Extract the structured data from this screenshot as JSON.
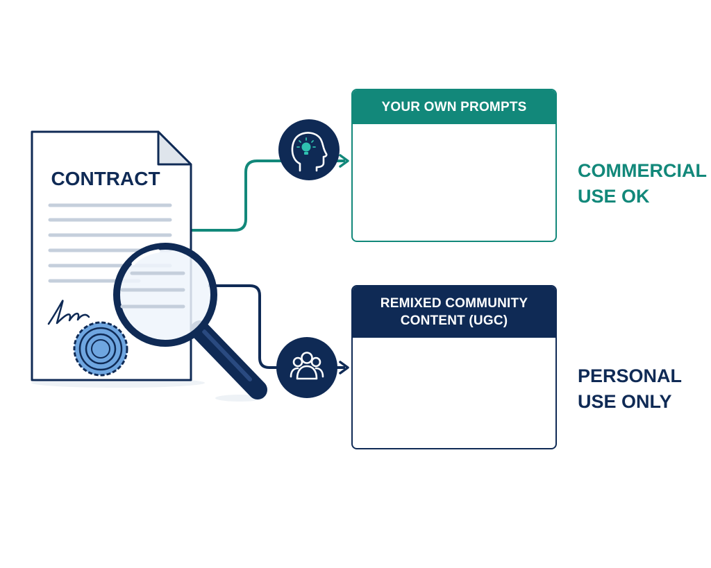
{
  "contract": {
    "title": "CONTRACT"
  },
  "own_prompts": {
    "header": "YOUR OWN PROMPTS",
    "outcome_line1": "COMMERCIAL",
    "outcome_line2": "USE OK"
  },
  "ugc": {
    "header_line1": "REMIXED COMMUNITY",
    "header_line2": "CONTENT (UGC)",
    "outcome_line1": "PERSONAL",
    "outcome_line2": "USE ONLY"
  },
  "colors": {
    "navy": "#0f2a55",
    "teal": "#12887a",
    "green_check": "#5cc151",
    "warning_yellow": "#f5d90a",
    "seal_blue": "#6fa6e0",
    "line_gray": "#c5cfdc"
  },
  "icons": [
    "contract-document-icon",
    "magnifying-glass-icon",
    "head-lightbulb-icon",
    "community-group-icon",
    "document-pencil-icon",
    "checkmark-circle-icon",
    "image-icon",
    "play-icon",
    "person-icon",
    "music-note-icon",
    "warning-triangle-icon",
    "arrow-right-icon"
  ]
}
